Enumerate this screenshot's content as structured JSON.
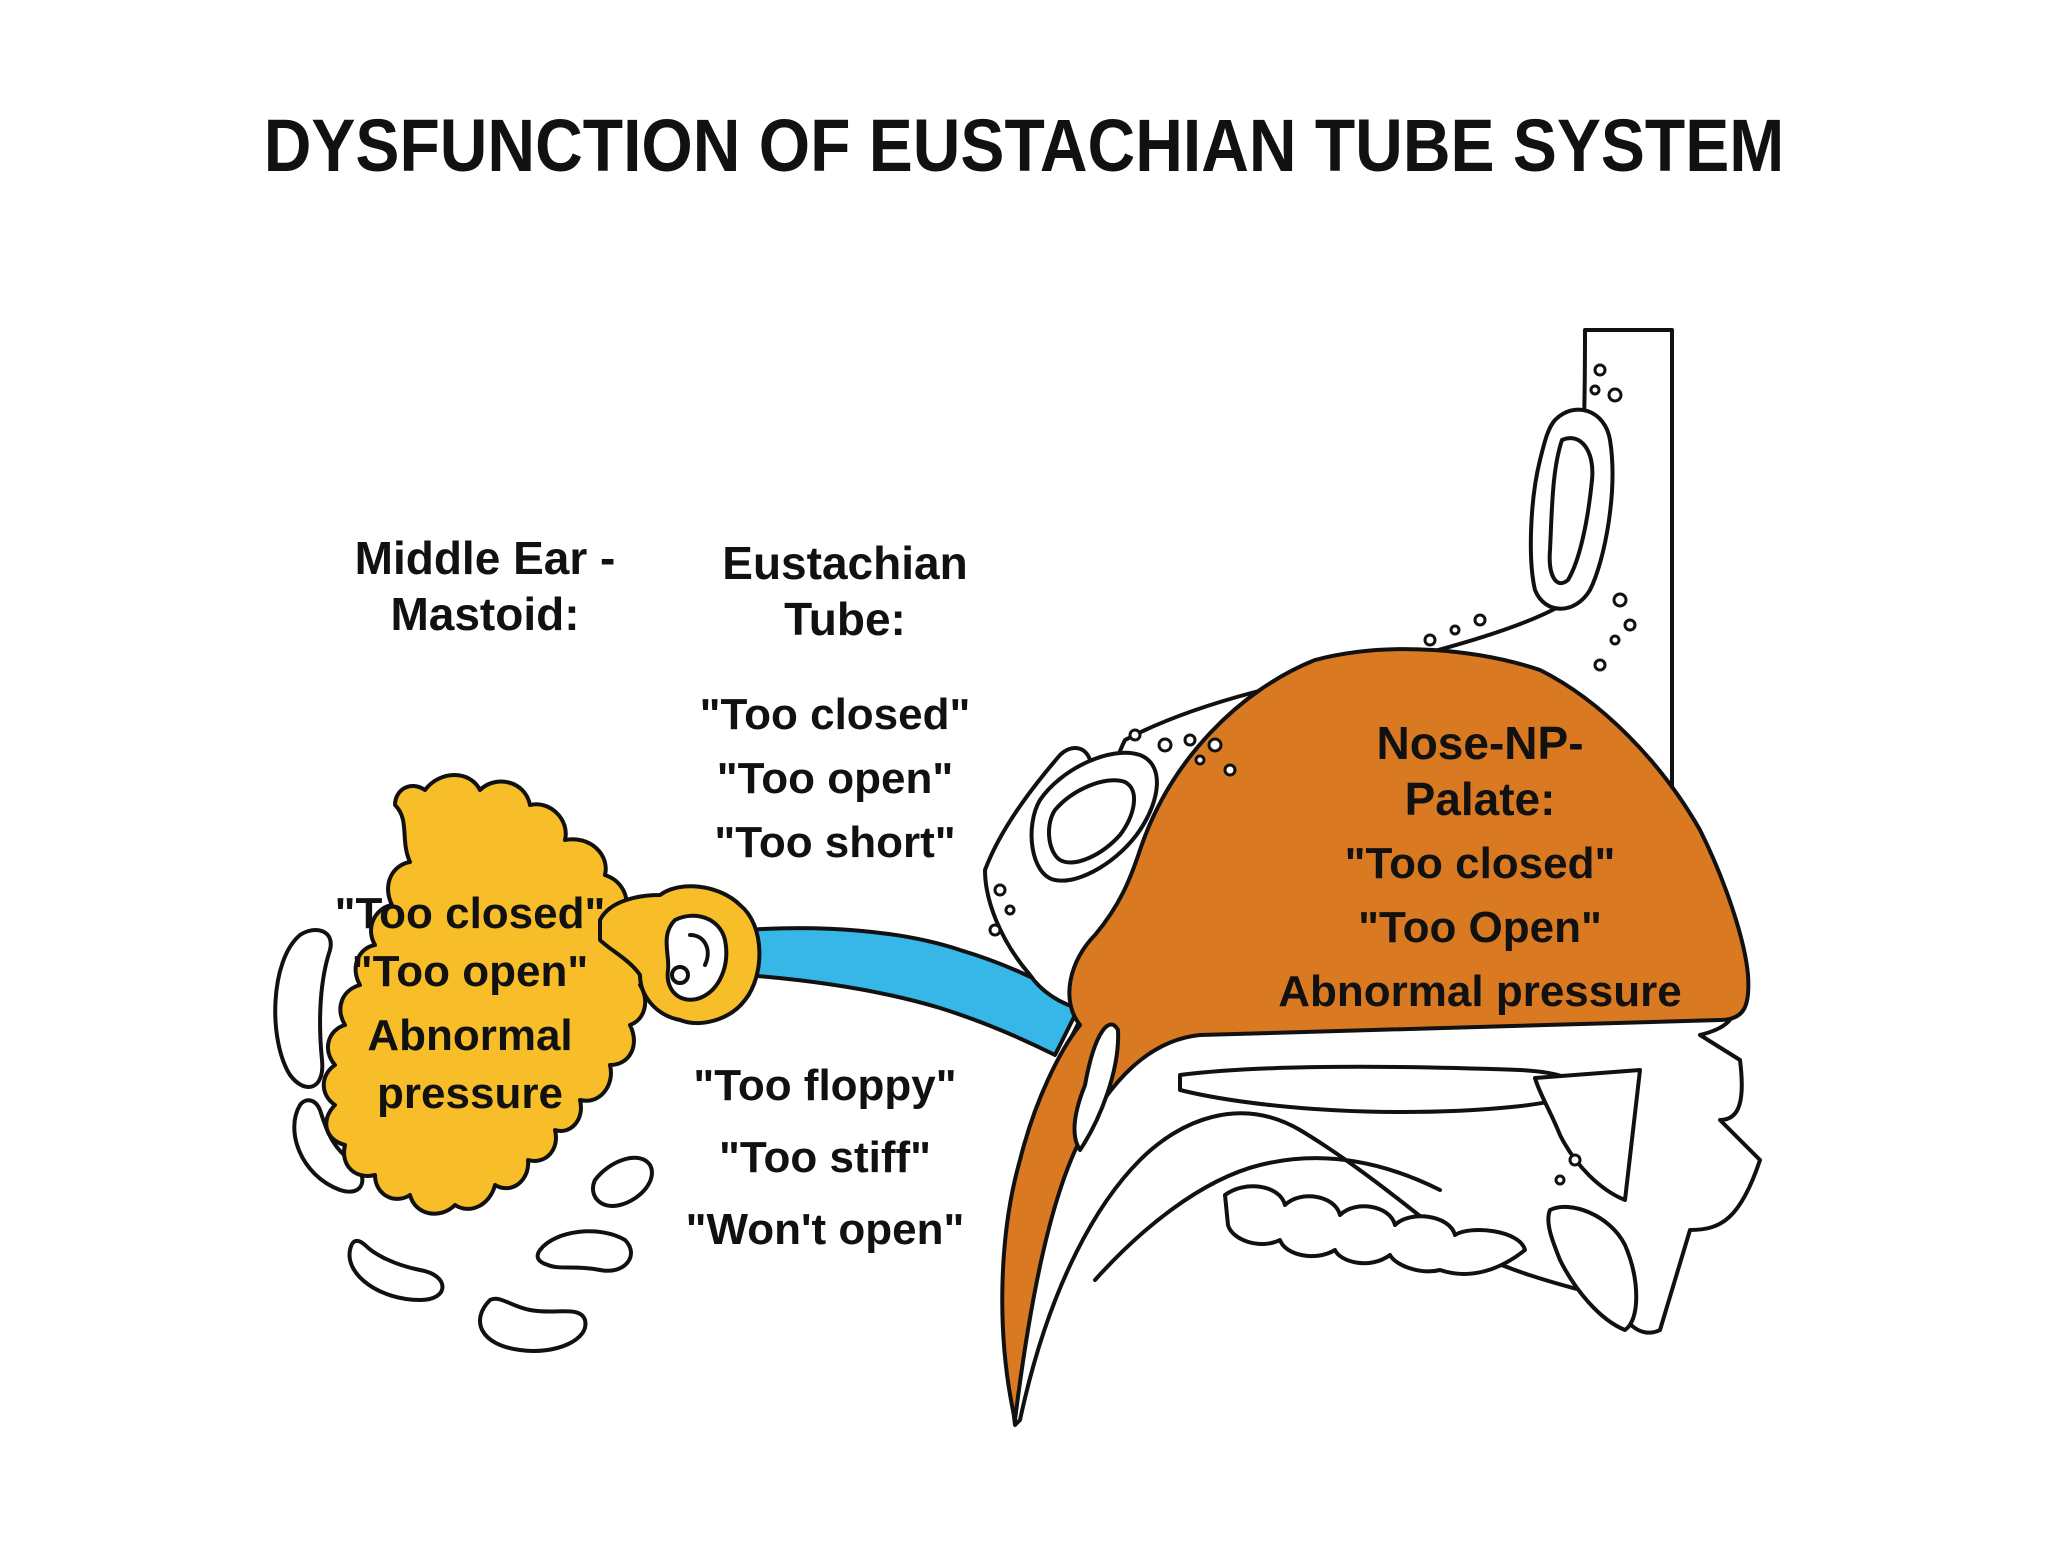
{
  "title": "DYSFUNCTION OF EUSTACHIAN TUBE SYSTEM",
  "colors": {
    "middle_ear_fill": "#F7BE2A",
    "eustachian_tube_fill": "#37B6E8",
    "nasopharynx_fill": "#D97A22",
    "outline": "#111111",
    "background": "#FFFFFF"
  },
  "middle_ear": {
    "heading": [
      "Middle Ear -",
      "Mastoid:"
    ],
    "items": [
      "\"Too closed\"",
      "\"Too open\"",
      "Abnormal",
      "pressure"
    ]
  },
  "eustachian_tube": {
    "heading": [
      "Eustachian",
      "Tube:"
    ],
    "items_upper": [
      "\"Too closed\"",
      "\"Too open\"",
      "\"Too short\""
    ],
    "items_lower": [
      "\"Too floppy\"",
      "\"Too stiff\"",
      "\"Won't open\""
    ]
  },
  "nose_np_palate": {
    "heading": [
      "Nose-NP-",
      "Palate:"
    ],
    "items": [
      "\"Too closed\"",
      "\"Too Open\"",
      "Abnormal pressure"
    ]
  }
}
